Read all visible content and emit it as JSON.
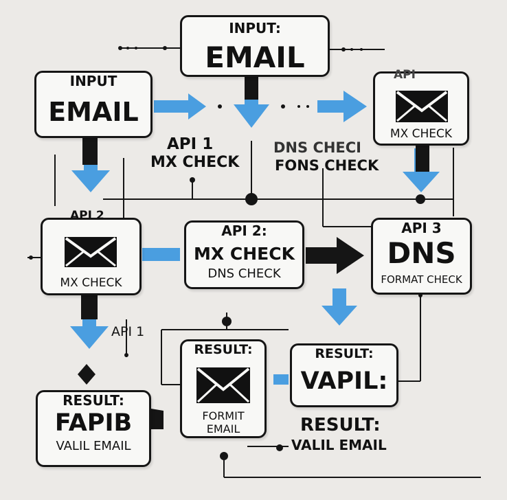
{
  "nodes": {
    "email_top": {
      "small": "INPUT:",
      "big": "EMAIL"
    },
    "email_left": {
      "small": "INPUT",
      "big": "EMAIL"
    },
    "mx_top": {
      "small": "API",
      "sub": "MX CHECK"
    },
    "mx_mid": {
      "small": "API 2",
      "sub": "MX CHECK"
    },
    "api2": {
      "small": "API 2:",
      "big": "MX CHECK",
      "sub": "DNS CHECK"
    },
    "dns": {
      "small": "API 3",
      "big": "DNS",
      "sub": "FORMAT CHECK"
    },
    "result_left": {
      "small": "RESULT:",
      "big": "FAPIB",
      "sub": "VALIL EMAIL"
    },
    "result_mid": {
      "small": "RESULT:",
      "sub": "FORMIT",
      "sub2": "EMAIL"
    },
    "result_right": {
      "small": "RESULT:",
      "big": "VAPIL:"
    }
  },
  "labels": {
    "api1_mx_a": "API 1",
    "api1_mx_b": "MX CHECK",
    "dns_chk_a": "DNS CHECI",
    "dns_chk_b": "FONS CHECK",
    "api1_lower": "API 1",
    "result_free_a": "RESULT:",
    "result_free_b": "VALIL EMAIL"
  },
  "icons": [
    "envelope-icon",
    "envelope-icon",
    "envelope-icon"
  ],
  "colors": {
    "arrow_blue": "#4a9ee0",
    "ink": "#151515",
    "box_fill": "#f8f8f6",
    "background": "#eceae7"
  }
}
